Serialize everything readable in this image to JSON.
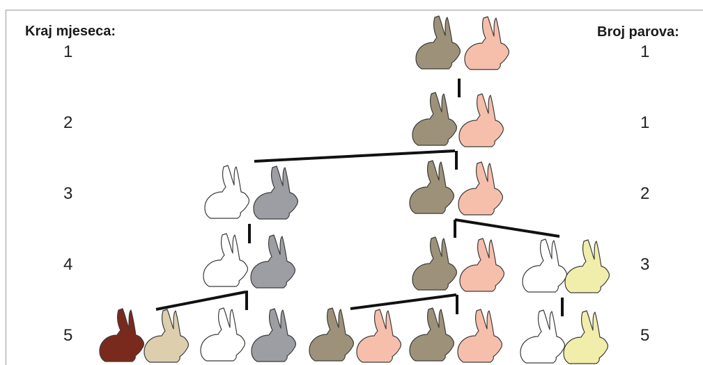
{
  "left_header": "Kraj mjeseca:",
  "right_header": "Broj parova:",
  "months": [
    "1",
    "2",
    "3",
    "4",
    "5"
  ],
  "pairs": [
    "1",
    "1",
    "2",
    "3",
    "5"
  ],
  "colors": {
    "taupe": "#9d9279",
    "pink": "#f6bfab",
    "white": "#ffffff",
    "gray": "#9c9ea3",
    "cream": "#f0eeaa",
    "brown": "#7a2a1c",
    "tan": "#ddcfae",
    "line": "#111111"
  }
}
